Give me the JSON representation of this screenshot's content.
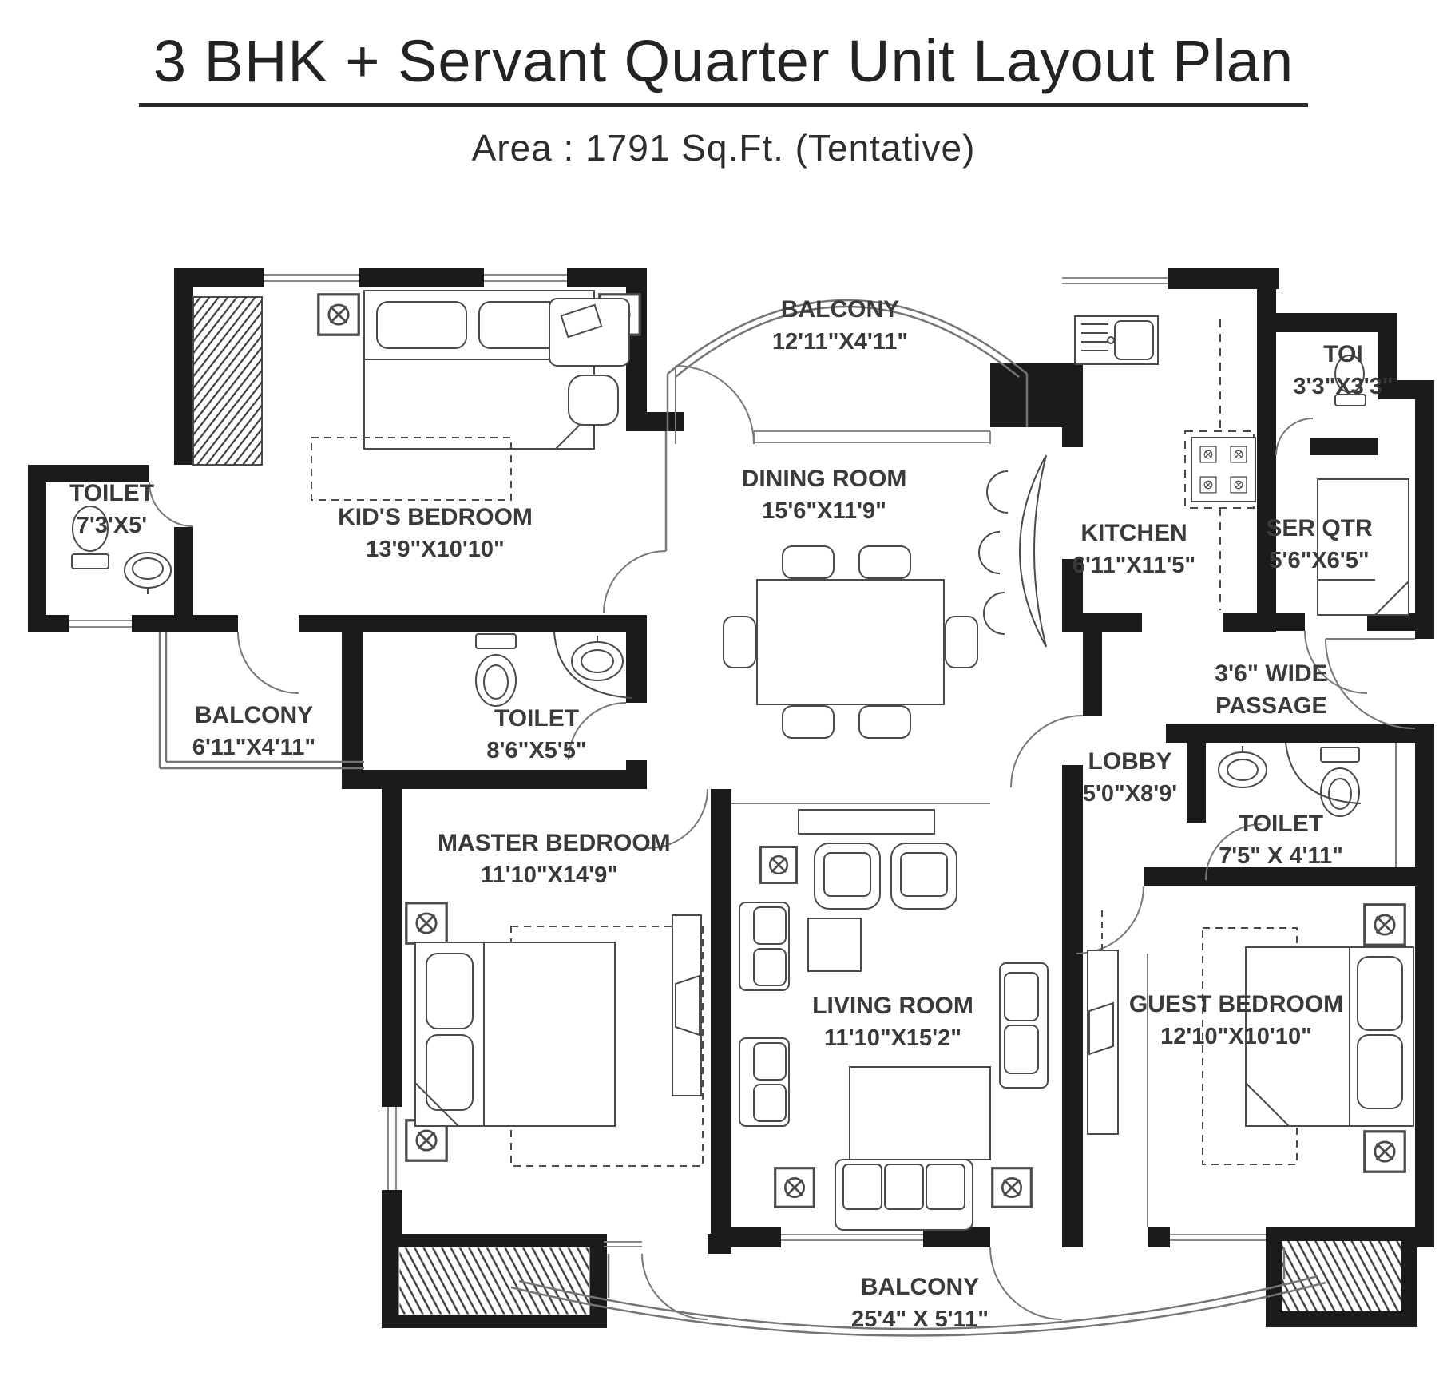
{
  "header": {
    "title": "3 BHK + Servant Quarter Unit Layout Plan",
    "subtitle": "Area : 1791 Sq.Ft. (Tentative)"
  },
  "colors": {
    "wall": "#1b1b1b",
    "thin_line": "#757575",
    "furniture_stroke": "#4a4a4a",
    "label_text": "#3a3a3a",
    "background": "#ffffff"
  },
  "rooms": [
    {
      "id": "toilet-top-left",
      "line1": "TOILET",
      "line2": "7'3'X5'"
    },
    {
      "id": "kids-bedroom",
      "line1": "KID'S BEDROOM",
      "line2": "13'9\"X10'10\""
    },
    {
      "id": "balcony-top",
      "line1": "BALCONY",
      "line2": "12'11\"X4'11\""
    },
    {
      "id": "dining-room",
      "line1": "DINING ROOM",
      "line2": "15'6\"X11'9\""
    },
    {
      "id": "kitchen",
      "line1": "KITCHEN",
      "line2": "6'11\"X11'5\""
    },
    {
      "id": "servant-toilet",
      "line1": "TOI",
      "line2": "3'3\"X3'3\""
    },
    {
      "id": "servant-quarter",
      "line1": "SER QTR",
      "line2": "5'6\"X6'5\""
    },
    {
      "id": "passage",
      "line1": "3'6\" WIDE",
      "line2": "PASSAGE"
    },
    {
      "id": "lobby",
      "line1": "LOBBY",
      "line2": "5'0\"X8'9'"
    },
    {
      "id": "guest-toilet",
      "line1": "TOILET",
      "line2": "7'5\" X 4'11\""
    },
    {
      "id": "balcony-left",
      "line1": "BALCONY",
      "line2": "6'11\"X4'11\""
    },
    {
      "id": "master-toilet",
      "line1": "TOILET",
      "line2": "8'6\"X5'5\""
    },
    {
      "id": "master-bedroom",
      "line1": "MASTER BEDROOM",
      "line2": "11'10\"X14'9\""
    },
    {
      "id": "living-room",
      "line1": "LIVING ROOM",
      "line2": "11'10\"X15'2\""
    },
    {
      "id": "guest-bedroom",
      "line1": "GUEST BEDROOM",
      "line2": "12'10\"X10'10\""
    },
    {
      "id": "balcony-bottom",
      "line1": "BALCONY",
      "line2": "25'4\" X 5'11\""
    }
  ]
}
